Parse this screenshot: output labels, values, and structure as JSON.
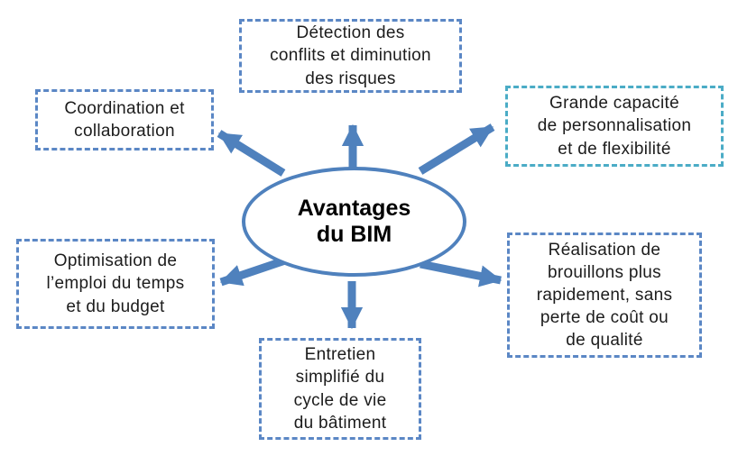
{
  "center": {
    "label": "Avantages\ndu BIM"
  },
  "nodes": {
    "top": {
      "label": "Détection des\nconflits et diminution\ndes risques"
    },
    "top_left": {
      "label": "Coordination et\ncollaboration"
    },
    "top_right": {
      "label": "Grande capacité\nde personnalisation\net de flexibilité"
    },
    "left": {
      "label": "Optimisation de\nl’emploi du temps\net du budget"
    },
    "right": {
      "label": "Réalisation de\nbrouillons plus\nrapidement, sans\nperte de coût ou\nde qualité"
    },
    "bottom": {
      "label": "Entretien\nsimplifié du\ncycle de vie\ndu bâtiment"
    }
  },
  "colors": {
    "arrow_blue": "#4f81bd",
    "box_border_blue": "#5b87c5",
    "box_border_teal": "#4bacc6",
    "text": "#1c1c1c"
  }
}
